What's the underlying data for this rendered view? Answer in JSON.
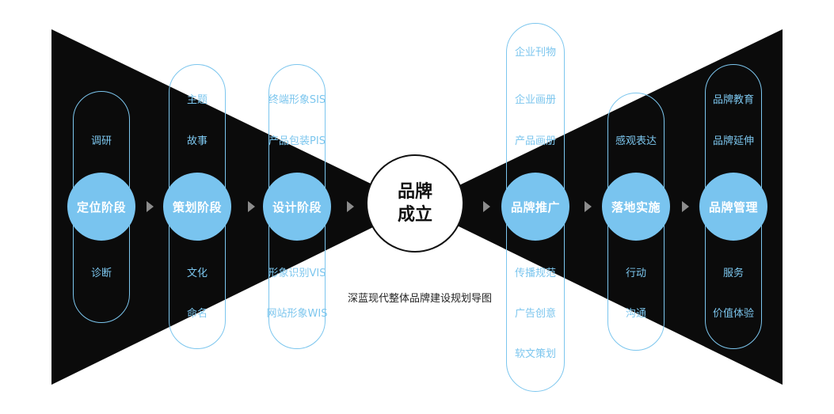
{
  "center": {
    "line1": "品牌",
    "line2": "成立"
  },
  "caption": "深蓝现代整体品牌建设规划导图",
  "stages": [
    {
      "label": "定位阶段",
      "items_top": [
        "调研"
      ],
      "items_bottom": [
        "诊断"
      ]
    },
    {
      "label": "策划阶段",
      "items_top": [
        "主题",
        "故事"
      ],
      "items_bottom": [
        "文化",
        "命名"
      ]
    },
    {
      "label": "设计阶段",
      "items_top": [
        "终端形象SIS",
        "产品包装PIS"
      ],
      "items_bottom": [
        "形象识别VIS",
        "网站形象WIS"
      ]
    },
    {
      "label": "品牌推广",
      "items_top": [
        "企业刊物",
        "企业画册",
        "产品画册"
      ],
      "items_bottom": [
        "传播规范",
        "广告创意",
        "软文策划"
      ]
    },
    {
      "label": "落地实施",
      "items_top": [
        "感观表达"
      ],
      "items_bottom": [
        "行动",
        "沟通"
      ]
    },
    {
      "label": "品牌管理",
      "items_top": [
        "品牌教育",
        "品牌延伸"
      ],
      "items_bottom": [
        "服务",
        "价值体验"
      ]
    }
  ],
  "colors": {
    "accent": "#79c4ef",
    "line": "#7cc6ee",
    "shape": "#0b0b0b",
    "arrow": "#8c8c8c"
  }
}
